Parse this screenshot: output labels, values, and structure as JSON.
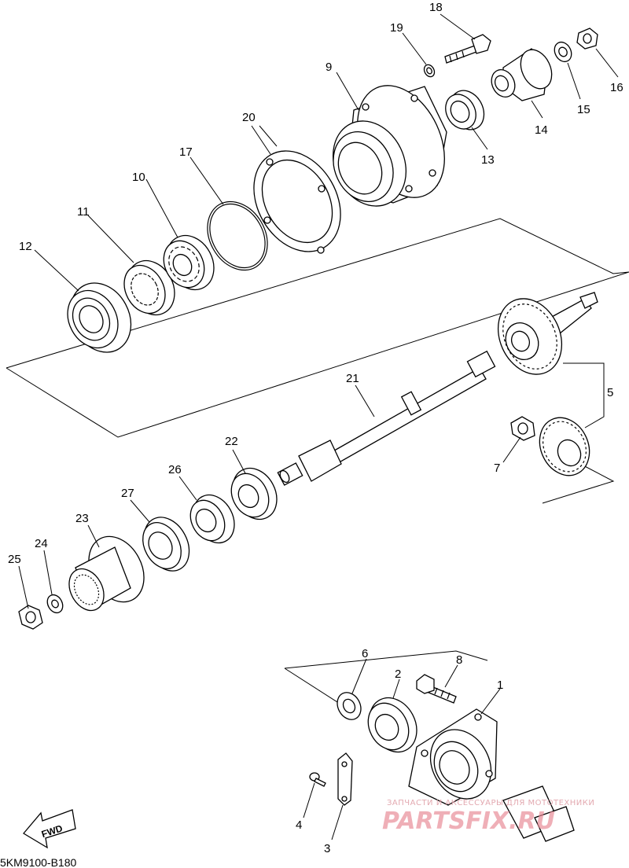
{
  "diagram_code": "5KM9100-B180",
  "fwd_label": "FWD",
  "watermark": {
    "top": "ЗАПЧАСТИ И АКСЕССУАРЫ ДЛЯ МОТОТЕХНИКИ",
    "brand": "PARTSFIX.RU"
  },
  "callouts": {
    "c1": "1",
    "c2": "2",
    "c3": "3",
    "c4": "4",
    "c5": "5",
    "c6": "6",
    "c7": "7",
    "c8": "8",
    "c9": "9",
    "c10": "10",
    "c11": "11",
    "c12": "12",
    "c13": "13",
    "c14": "14",
    "c15": "15",
    "c16": "16",
    "c17": "17",
    "c18": "18",
    "c19": "19",
    "c20": "20",
    "c21": "21",
    "c22": "22",
    "c23": "23",
    "c24": "24",
    "c25": "25",
    "c26": "26",
    "c27": "27"
  }
}
